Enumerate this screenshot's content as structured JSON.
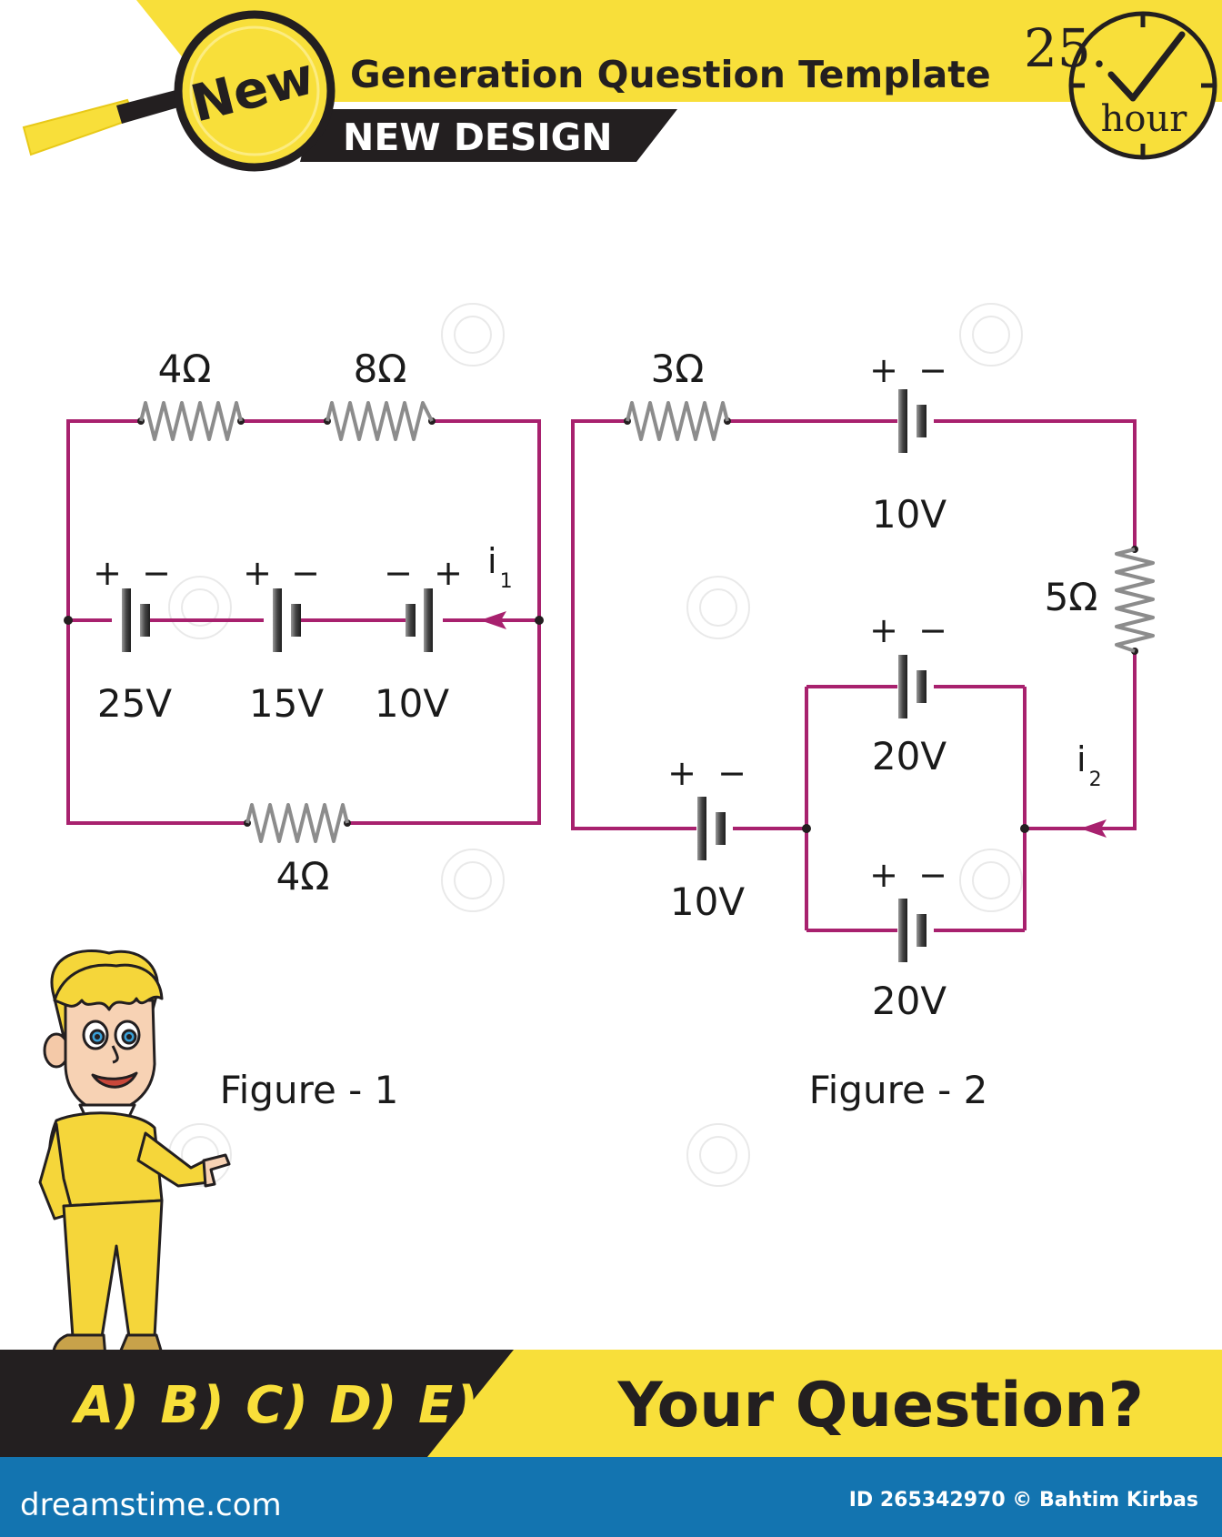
{
  "header": {
    "badge": "New",
    "title": "Generation Question Template",
    "subtitle": "NEW DESIGN",
    "clock_number": "25.",
    "clock_unit": "hour"
  },
  "figure1": {
    "caption": "Figure - 1",
    "resistor_top_left": "4Ω",
    "resistor_top_right": "8Ω",
    "resistor_bottom": "4Ω",
    "battery1": {
      "value": "25V",
      "left_sign": "+",
      "right_sign": "−"
    },
    "battery2": {
      "value": "15V",
      "left_sign": "+",
      "right_sign": "−"
    },
    "battery3": {
      "value": "10V",
      "left_sign": "−",
      "right_sign": "+"
    },
    "current": {
      "symbol": "i",
      "subscript": "1"
    }
  },
  "figure2": {
    "caption": "Figure - 2",
    "resistor_top": "3Ω",
    "resistor_right": "5Ω",
    "battery_top": {
      "value": "10V",
      "left_sign": "+",
      "right_sign": "−"
    },
    "battery_upper": {
      "value": "20V",
      "left_sign": "+",
      "right_sign": "−"
    },
    "battery_lower": {
      "value": "20V",
      "left_sign": "+",
      "right_sign": "−"
    },
    "battery_left": {
      "value": "10V",
      "left_sign": "+",
      "right_sign": "−"
    },
    "current": {
      "symbol": "i",
      "subscript": "2"
    }
  },
  "footer": {
    "choices": "A) B) C) D) E)",
    "question": "Your Question?"
  },
  "credit_bar": {
    "site": "dreamstime.com",
    "image_id": "ID 265342970 © Bahtim Kirbas"
  },
  "colors": {
    "wire": "#a8216e",
    "yellow": "#f8df3a",
    "dark": "#231f20",
    "credit_blue": "#1374b0"
  }
}
